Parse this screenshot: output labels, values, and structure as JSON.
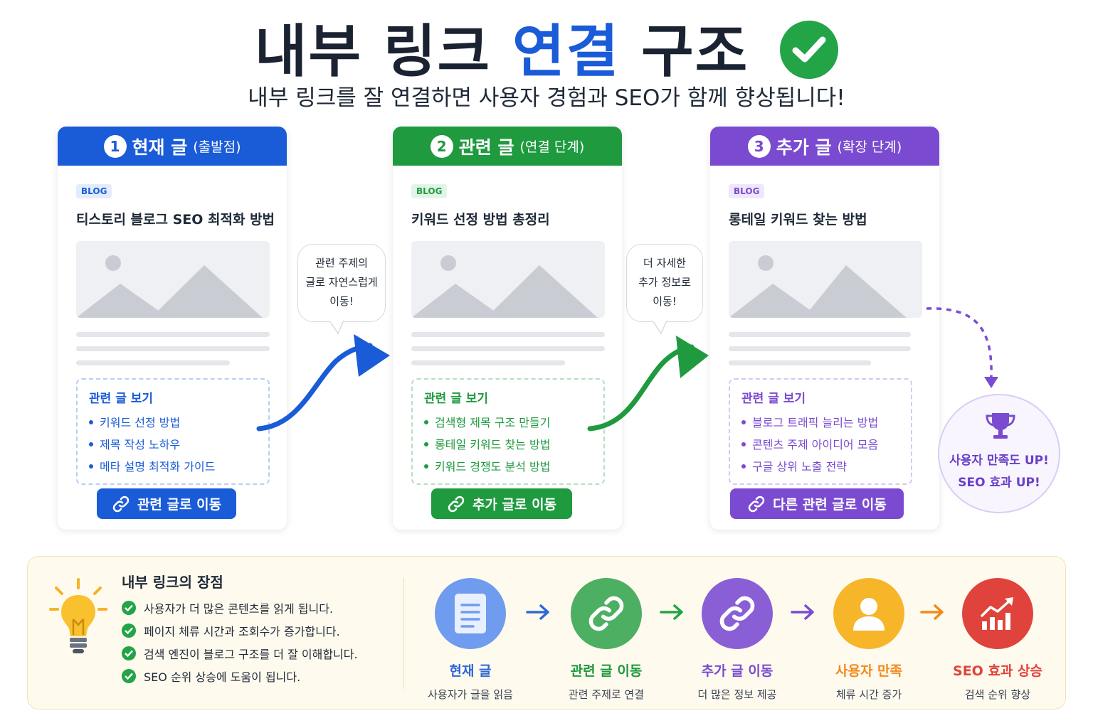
{
  "header": {
    "title_part1": "내부 링크",
    "title_accent": "연결",
    "title_part2": "구조",
    "subtitle": "내부 링크를 잘 연결하면 사용자 경험과 SEO가 함께 향상됩니다!"
  },
  "cards": [
    {
      "num": "1",
      "name": "현재 글",
      "stage": "(출발점)",
      "color": "#1a5bd8",
      "badge": "BLOG",
      "post_title": "티스토리 블로그 SEO 최적화 방법",
      "related_title": "관련 글 보기",
      "related_items": [
        "키워드 선정 방법",
        "제목 작성 노하우",
        "메타 설명 최적화 가이드"
      ],
      "button_label": "관련 글로 이동",
      "icon": "link-icon"
    },
    {
      "num": "2",
      "name": "관련 글",
      "stage": "(연결 단계)",
      "color": "#1f9a3f",
      "badge": "BLOG",
      "post_title": "키워드 선정 방법 총정리",
      "related_title": "관련 글 보기",
      "related_items": [
        "검색형 제목 구조 만들기",
        "롱테일 키워드 찾는 방법",
        "키워드 경쟁도 분석 방법"
      ],
      "button_label": "추가 글로 이동",
      "icon": "link-icon"
    },
    {
      "num": "3",
      "name": "추가 글",
      "stage": "(확장 단계)",
      "color": "#7a4bd0",
      "badge": "BLOG",
      "post_title": "롱테일 키워드 찾는 방법",
      "related_title": "관련 글 보기",
      "related_items": [
        "블로그 트래픽 늘리는 방법",
        "콘텐츠 주제 아이디어 모음",
        "구글 상위 노출 전략"
      ],
      "button_label": "다른 관련 글로 이동",
      "icon": "link-icon"
    }
  ],
  "bubbles": [
    {
      "lines": [
        "관련 주제의",
        "글로 자연스럽게",
        "이동!"
      ]
    },
    {
      "lines": [
        "더 자세한",
        "추가 정보로",
        "이동!"
      ]
    }
  ],
  "goal": {
    "line1": "사용자 만족도 UP!",
    "line2": "SEO 효과 UP!",
    "icon": "trophy-icon"
  },
  "advantages": {
    "title": "내부 링크의 장점",
    "items": [
      "사용자가 더 많은 콘텐츠를 읽게 됩니다.",
      "페이지 체류 시간과 조회수가 증가합니다.",
      "검색 엔진이 블로그 구조를 더 잘 이해합니다.",
      "SEO 순위 상승에 도움이 됩니다."
    ]
  },
  "flow": [
    {
      "name": "현재 글",
      "desc": "사용자가 글을 읽음",
      "color": "#2f67d8",
      "icon": "document-icon"
    },
    {
      "name": "관련 글 이동",
      "desc": "관련 주제로 연결",
      "color": "#22a447",
      "icon": "link-icon"
    },
    {
      "name": "추가 글 이동",
      "desc": "더 많은 정보 제공",
      "color": "#7a4bd0",
      "icon": "link-icon"
    },
    {
      "name": "사용자 만족",
      "desc": "체류 시간 증가",
      "color": "#f08a1c",
      "icon": "user-icon"
    },
    {
      "name": "SEO 효과 상승",
      "desc": "검색 순위 향상",
      "color": "#e0433b",
      "icon": "growth-chart-icon"
    }
  ]
}
